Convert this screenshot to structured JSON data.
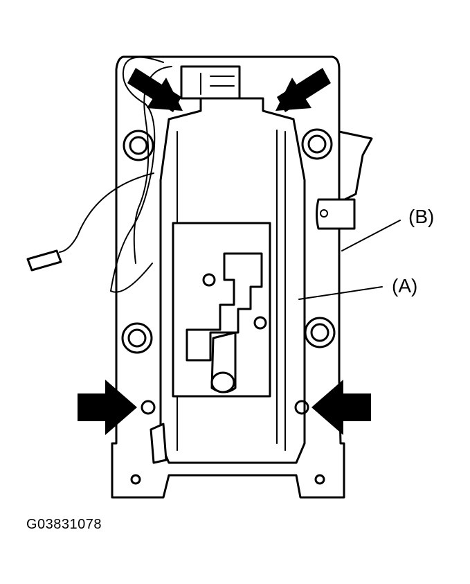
{
  "diagram": {
    "labels": {
      "part_a": "(A)",
      "part_b": "(B)"
    },
    "figure_code": "G03831078"
  }
}
